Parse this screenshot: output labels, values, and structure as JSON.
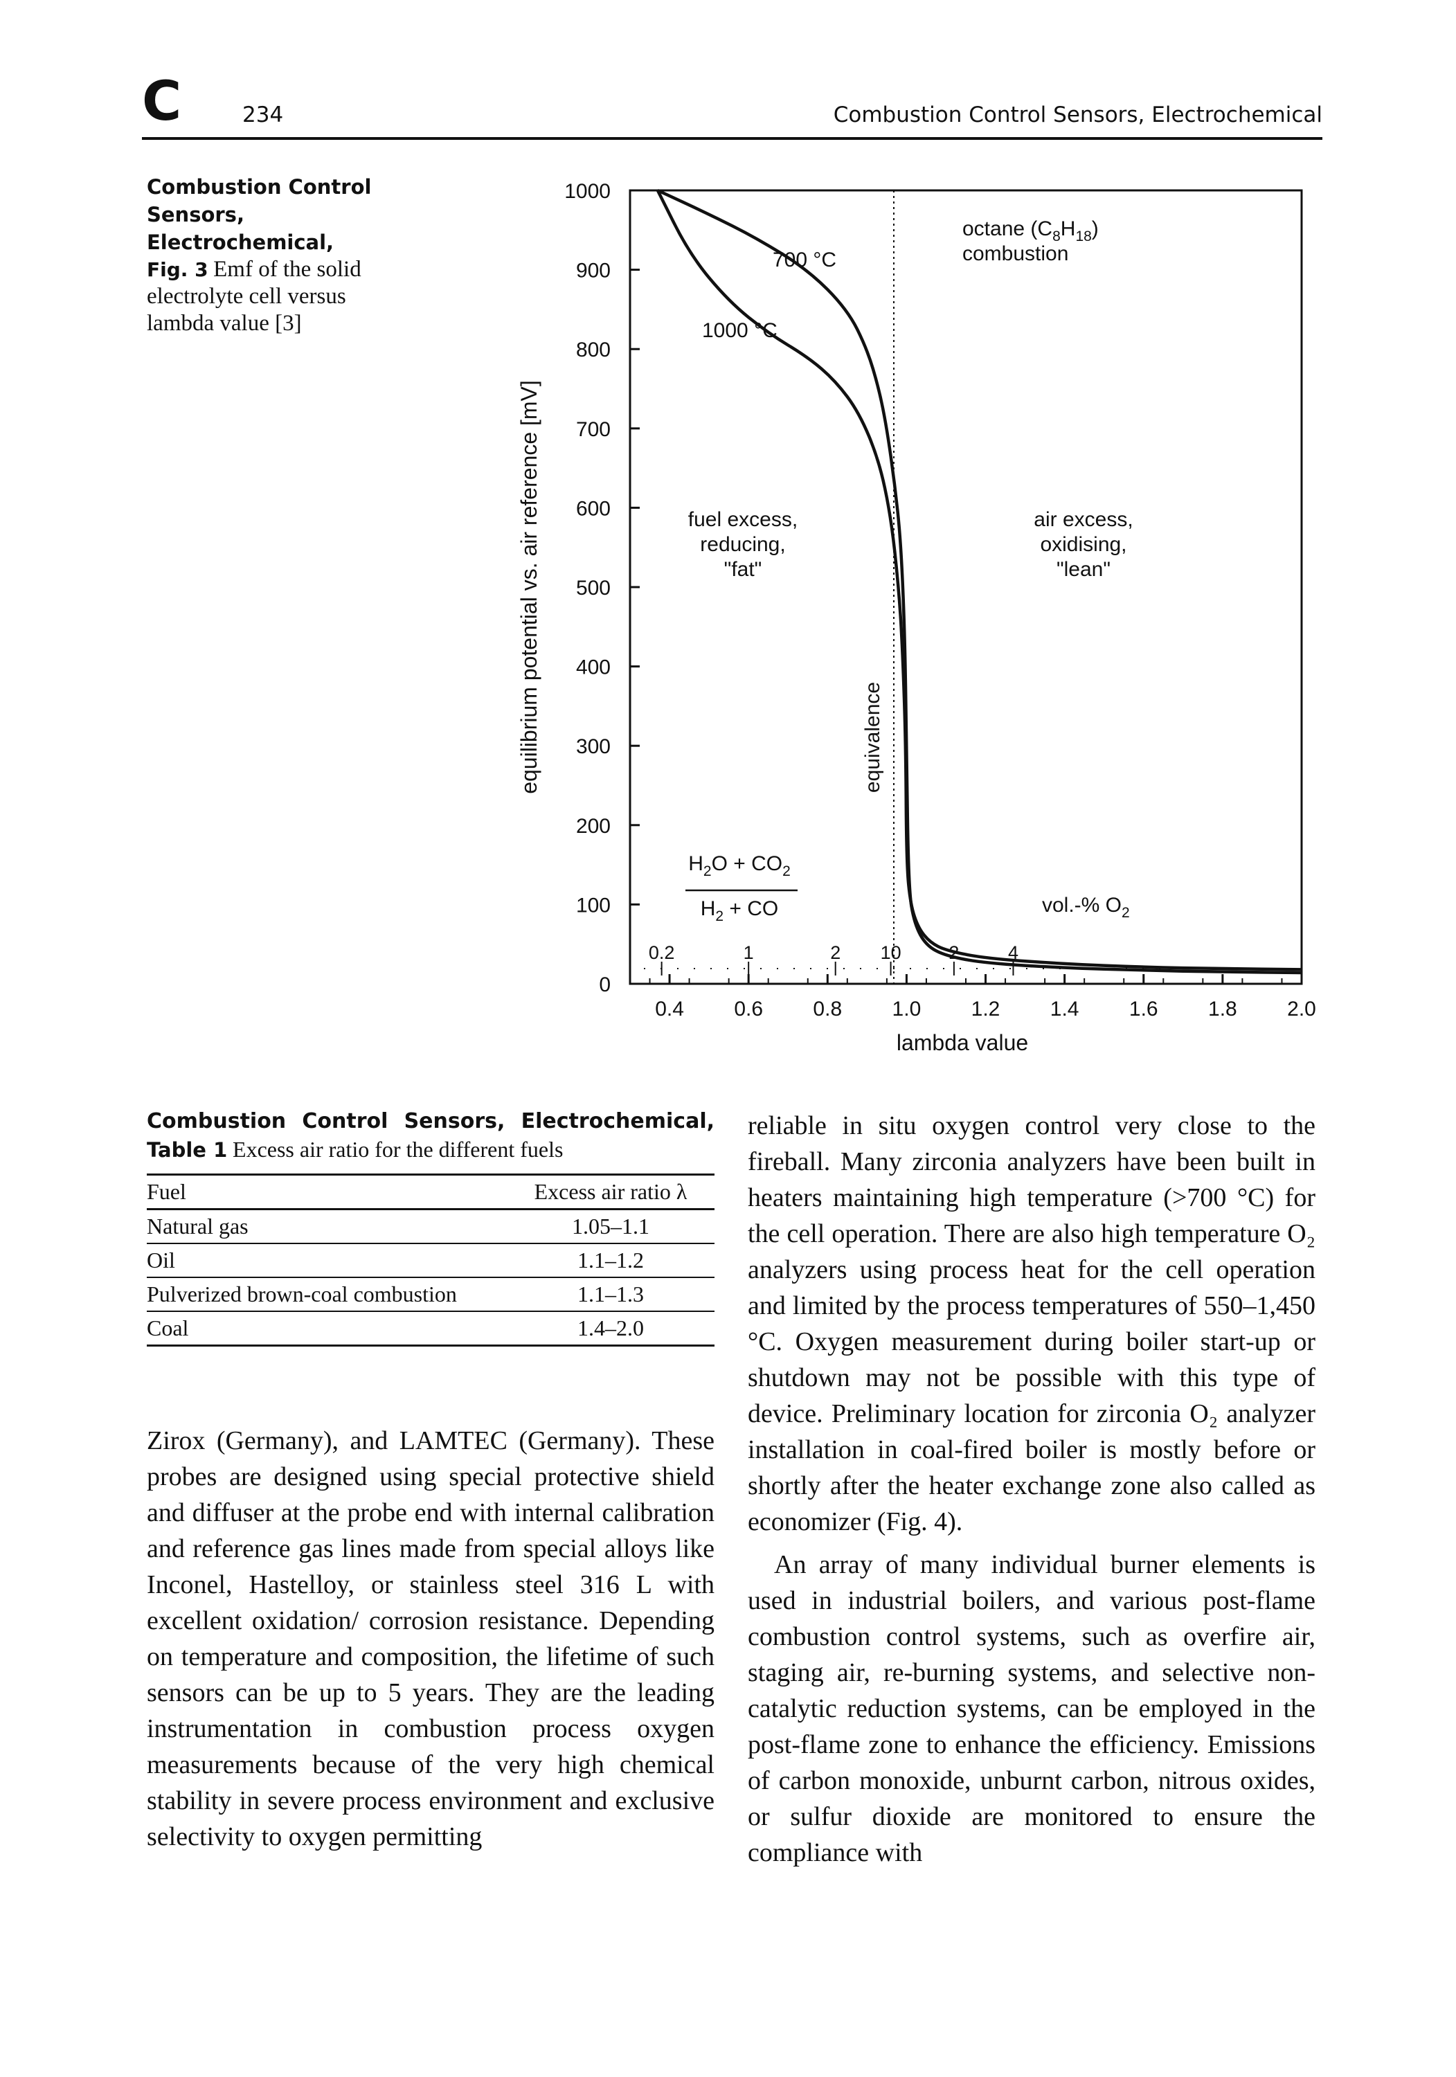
{
  "header": {
    "section_letter": "C",
    "page_number": "234",
    "running_title": "Combustion Control Sensors, Electrochemical"
  },
  "figure": {
    "caption_title": "Combustion Control Sensors, Electrochemical,",
    "caption_label": "Fig. 3",
    "caption_text": "Emf of the solid electrolyte cell versus lambda value [3]"
  },
  "chart_data": {
    "type": "line",
    "xlabel": "lambda value",
    "ylabel": "equilibrium potential vs. air reference [mV]",
    "xlim": [
      0.3,
      2.0
    ],
    "ylim": [
      0,
      1000
    ],
    "x_ticks": [
      "0.4",
      "0.6",
      "0.8",
      "1.0",
      "1.2",
      "1.4",
      "1.6",
      "1.8",
      "2.0"
    ],
    "y_ticks": [
      "0",
      "100",
      "200",
      "300",
      "400",
      "500",
      "600",
      "700",
      "800",
      "900",
      "1000"
    ],
    "series": [
      {
        "name": "700 °C",
        "x": [
          0.37,
          0.5,
          0.62,
          0.75,
          0.85,
          0.9,
          0.93,
          0.95,
          0.97,
          0.985,
          0.995,
          1.0,
          1.005,
          1.02,
          1.05,
          1.1,
          1.2,
          1.4,
          1.6,
          1.8,
          2.0
        ],
        "y": [
          1000,
          970,
          940,
          900,
          850,
          800,
          750,
          700,
          630,
          560,
          450,
          300,
          120,
          75,
          48,
          35,
          26,
          20,
          17,
          15,
          14
        ]
      },
      {
        "name": "1000 °C",
        "x": [
          0.37,
          0.45,
          0.55,
          0.65,
          0.75,
          0.82,
          0.88,
          0.93,
          0.96,
          0.98,
          0.99,
          0.998,
          1.0,
          1.01,
          1.03,
          1.06,
          1.1,
          1.2,
          1.4,
          1.6,
          1.8,
          2.0
        ],
        "y": [
          1000,
          920,
          860,
          820,
          790,
          760,
          720,
          660,
          590,
          500,
          420,
          300,
          150,
          100,
          70,
          52,
          42,
          32,
          25,
          21,
          19,
          18
        ]
      }
    ],
    "annotations": {
      "octane_prefix": "octane (C",
      "octane_sub1": "8",
      "octane_mid": "H",
      "octane_sub2": "18",
      "octane_suffix": ")",
      "octane_line2": "combustion",
      "label_700": "700 °C",
      "label_1000": "1000 °C",
      "fuel_line1": "fuel excess,",
      "fuel_line2": "reducing,",
      "fuel_line3": "\"fat\"",
      "air_line1": "air excess,",
      "air_line2": "oxidising,",
      "air_line3": "\"lean\"",
      "equivalence": "equivalence",
      "ratio_num_a": "H",
      "ratio_num_b": "2",
      "ratio_num_c": "O + CO",
      "ratio_num_d": "2",
      "ratio_den_a": "H",
      "ratio_den_b": "2",
      "ratio_den_c": " + CO",
      "vol_a": "vol.-% O",
      "vol_b": "2"
    },
    "secondary_ticks_left": [
      "0.2",
      "1",
      "2",
      "10"
    ],
    "secondary_ticks_right": [
      "2",
      "4"
    ]
  },
  "table": {
    "caption_title": "Combustion Control Sensors, Electrochemical,",
    "caption_label": "Table 1",
    "caption_text": "Excess air ratio for the different fuels",
    "headers": [
      "Fuel",
      "Excess air ratio λ"
    ],
    "rows": [
      [
        "Natural gas",
        "1.05–1.1"
      ],
      [
        "Oil",
        "1.1–1.2"
      ],
      [
        "Pulverized brown-coal combustion",
        "1.1–1.3"
      ],
      [
        "Coal",
        "1.4–2.0"
      ]
    ]
  },
  "body": {
    "left_paragraph": "Zirox (Germany), and LAMTEC (Germany). These probes are designed using special protective shield and diffuser at the probe end with internal calibration and reference gas lines made from special alloys like Inconel, Hastelloy, or stainless steel 316 L with excellent oxidation/ corrosion resistance. Depending on temperature and composition, the lifetime of such sensors can be up to 5 years. They are the leading instrumentation in combustion process oxygen measurements because of the very high chemical stability in severe process environment and exclusive selectivity to oxygen permitting",
    "right_paragraph_1": "reliable in situ oxygen control very close to the fireball. Many zirconia analyzers have been built in heaters maintaining high temperature (>700 °C) for the cell operation. There are also high temperature O₂ analyzers using process heat for the cell operation and limited by the process temperatures of 550–1,450 °C. Oxygen measurement during boiler start-up or shutdown may not be possible with this type of device. Preliminary location for zirconia O₂ analyzer installation in coal-fired boiler is mostly before or shortly after the heater exchange zone also called as economizer (Fig. 4).",
    "right_paragraph_2": "An array of many individual burner elements is used in industrial boilers, and various post-flame combustion control systems, such as overfire air, staging air, re-burning systems, and selective non-catalytic reduction systems, can be employed in the post-flame zone to enhance the efficiency. Emissions of carbon monoxide, unburnt carbon, nitrous oxides, or sulfur dioxide are monitored to ensure the compliance with"
  }
}
